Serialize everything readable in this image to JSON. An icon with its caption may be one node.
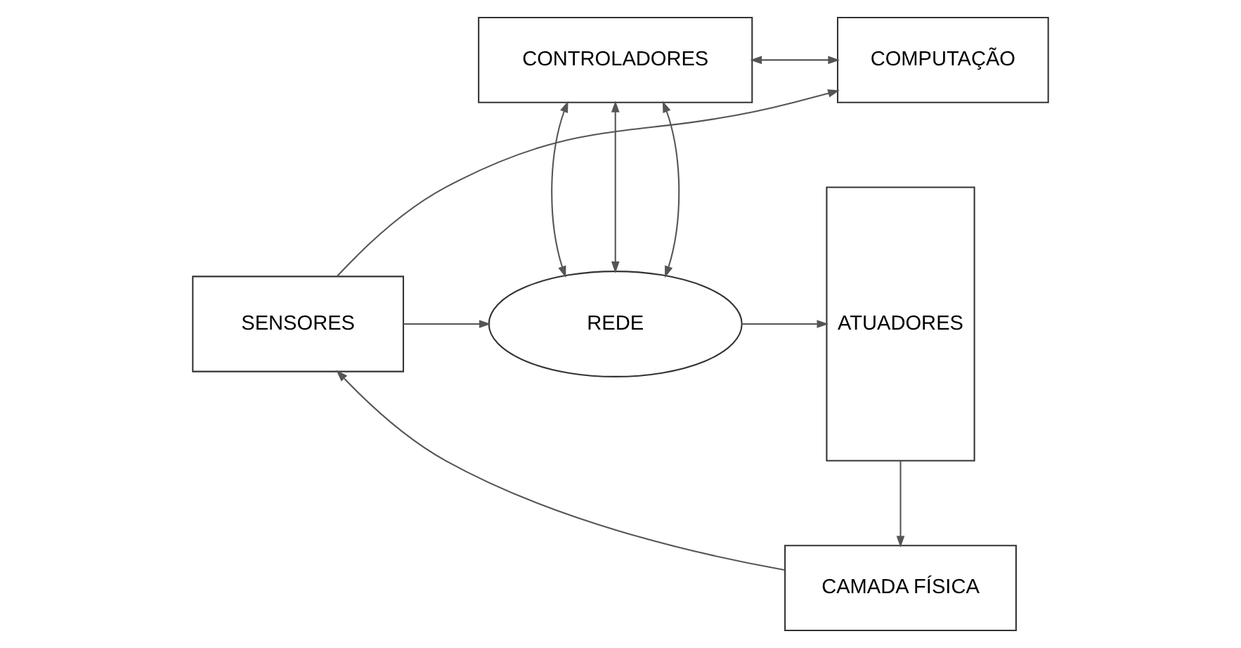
{
  "diagram": {
    "nodes": [
      {
        "text": [
          "CONTROLADORES"
        ]
      },
      {
        "text": [
          "COMPUTAÇÃO"
        ]
      },
      {
        "text": [
          "ATUADORES"
        ]
      },
      {
        "text": [
          "REDE"
        ]
      },
      {
        "text": [
          "SENSORES"
        ]
      },
      {
        "text": [
          "CAMADA FÍSICA"
        ]
      }
    ],
    "edges": [
      {
        "from": 0,
        "to": 1,
        "arrow": "both"
      },
      {
        "from": 0,
        "to": 3,
        "arrow": "both"
      },
      {
        "from": 0,
        "to": 3,
        "arrow": "both"
      },
      {
        "from": 0,
        "to": 3,
        "arrow": "both"
      },
      {
        "from": 4,
        "to": 1,
        "arrow": "to"
      },
      {
        "from": 4,
        "to": 3,
        "arrow": "to"
      },
      {
        "from": 3,
        "to": 2,
        "arrow": "to"
      },
      {
        "from": 2,
        "to": 5,
        "arrow": "to"
      },
      {
        "from": 5,
        "to": 4,
        "arrow": "to"
      }
    ]
  }
}
